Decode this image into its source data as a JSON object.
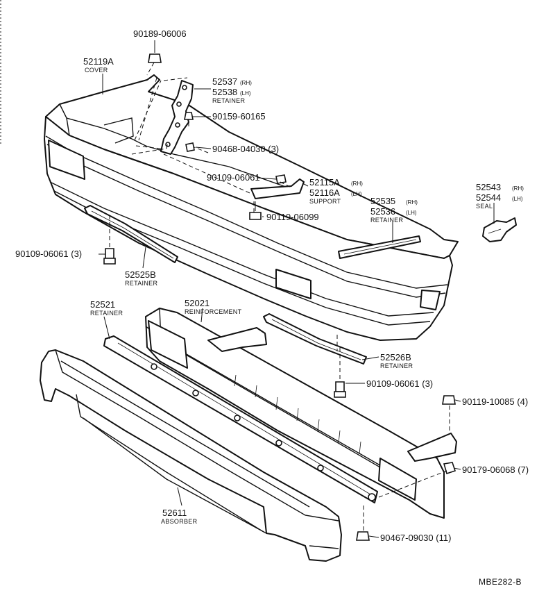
{
  "diagram_code": "MBE282-B",
  "parts": {
    "clip_top": {
      "number": "90189-06006"
    },
    "cover": {
      "number": "52119A",
      "desc": "COVER"
    },
    "retainer_top": {
      "number_rh": "52537",
      "suffix_rh": "(RH)",
      "number_lh": "52538",
      "suffix_lh": "(LH)",
      "desc": "RETAINER"
    },
    "screw_90159": {
      "number": "90159-60165"
    },
    "nut_90468": {
      "number": "90468-04030 (3)"
    },
    "bolt_90109_a": {
      "number": "90109-06061"
    },
    "support": {
      "number_rh": "52115A",
      "suffix_rh": "(RH)",
      "number_lh": "52116A",
      "suffix_lh": "(LH)",
      "desc": "SUPPORT"
    },
    "bolt_90119_a": {
      "number": "90119-06099"
    },
    "retainer_side": {
      "number_rh": "52535",
      "suffix_rh": "(RH)",
      "number_lh": "52536",
      "suffix_lh": "(LH)",
      "desc": "RETAINER"
    },
    "seal": {
      "number_rh": "52543",
      "suffix_rh": "(RH)",
      "number_lh": "52544",
      "suffix_lh": "(LH)",
      "desc": "SEAL"
    },
    "bolt_90109_left": {
      "number": "90109-06061 (3)"
    },
    "retainer_52525b": {
      "number": "52525B",
      "desc": "RETAINER"
    },
    "retainer_52521": {
      "number": "52521",
      "desc": "RETAINER"
    },
    "reinforcement": {
      "number": "52021",
      "desc": "REINFORCEMENT"
    },
    "retainer_52526b": {
      "number": "52526B",
      "desc": "RETAINER"
    },
    "bolt_90109_right": {
      "number": "90109-06061 (3)"
    },
    "bolt_90119_b": {
      "number": "90119-10085 (4)"
    },
    "nut_90179": {
      "number": "90179-06068 (7)"
    },
    "absorber": {
      "number": "52611",
      "desc": "ABSORBER"
    },
    "nut_90467": {
      "number": "90467-09030 (11)"
    }
  }
}
